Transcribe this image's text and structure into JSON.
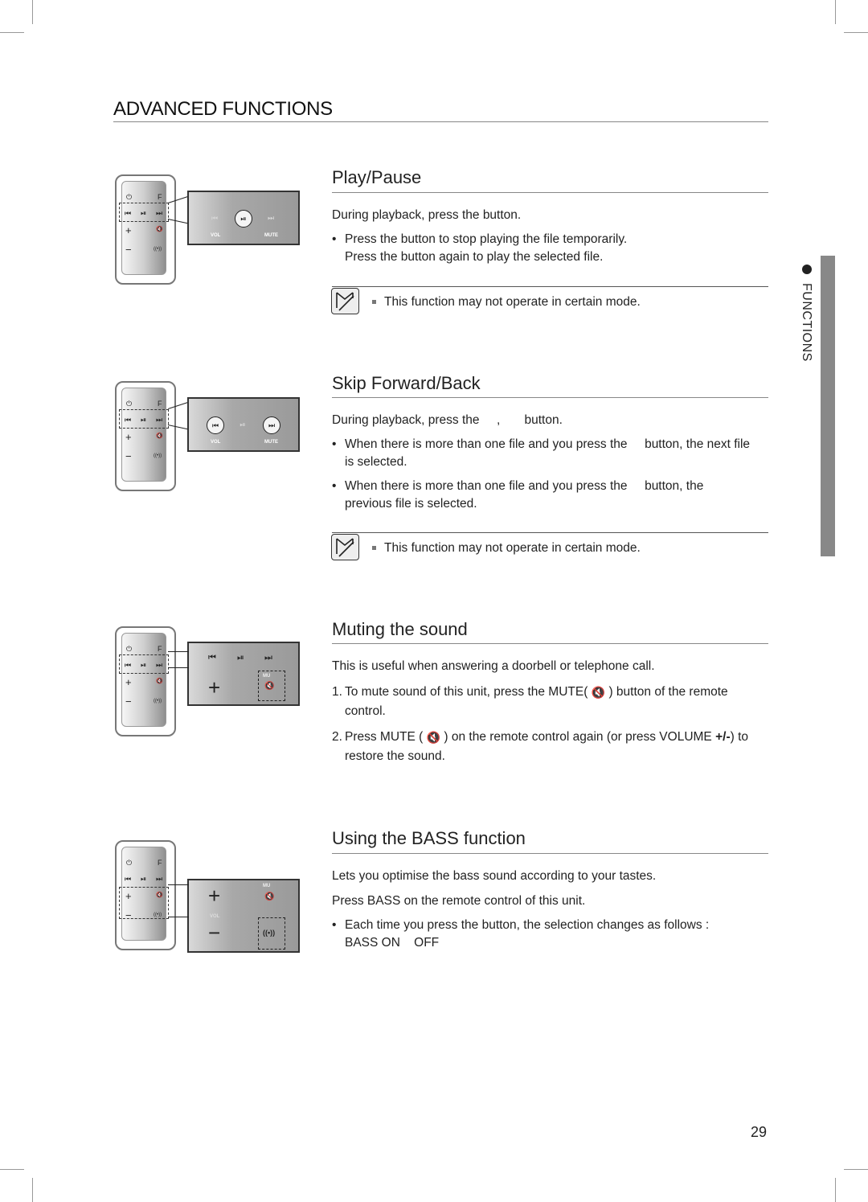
{
  "header": {
    "title": "ADVANCED FUNCTIONS"
  },
  "side_tab": {
    "label": "FUNCTIONS"
  },
  "page_number": "29",
  "remote_glyphs": {
    "power": "⏻",
    "input": "F",
    "prev": "⏮",
    "play": "⏯",
    "next": "⏭",
    "plus": "+",
    "minus": "−",
    "mute": "🔇",
    "bass": "((•))"
  },
  "zoom_labels": {
    "vol": "VOL",
    "mute": "MUTE",
    "mu": "MU"
  },
  "sections": {
    "play_pause": {
      "title": "Play/Pause",
      "intro": "During playback, press the  button.",
      "bullets": [
        "Press the  button to stop playing the file temporarily.",
        "Press the  button again to play the selected file."
      ],
      "note": "This function may not operate in certain mode."
    },
    "skip": {
      "title": "Skip Forward/Back",
      "intro": "During playback, press the     ,       button.",
      "bullet1_a": "When there is more than one file and you press the     button, the next file",
      "bullet1_b": "is selected.",
      "bullet2_a": "When there is more than one file and you press the     button, the",
      "bullet2_b": "previous file is selected.",
      "note": "This function may not operate in certain mode."
    },
    "mute": {
      "title": "Muting the sound",
      "intro": "This is useful when answering a doorbell or telephone call.",
      "step1_num": "1.",
      "step1_a": "To mute sound of this unit, press the MUTE(",
      "step1_b": ") button of the remote",
      "step1_c": "control.",
      "step2_num": "2.",
      "step2_a": "Press MUTE (",
      "step2_b": ") on the remote control again (or press VOLUME",
      "step2_pm": "+/-",
      "step2_c": ") to",
      "step2_d": "restore the sound."
    },
    "bass": {
      "title": "Using the BASS function",
      "line1": "Lets you optimise the bass sound according to your tastes.",
      "line2": "Press BASS on the remote control of this unit.",
      "bullet": "Each time you press the button, the selection changes as follows :",
      "sequence": "BASS ON    OFF"
    }
  }
}
